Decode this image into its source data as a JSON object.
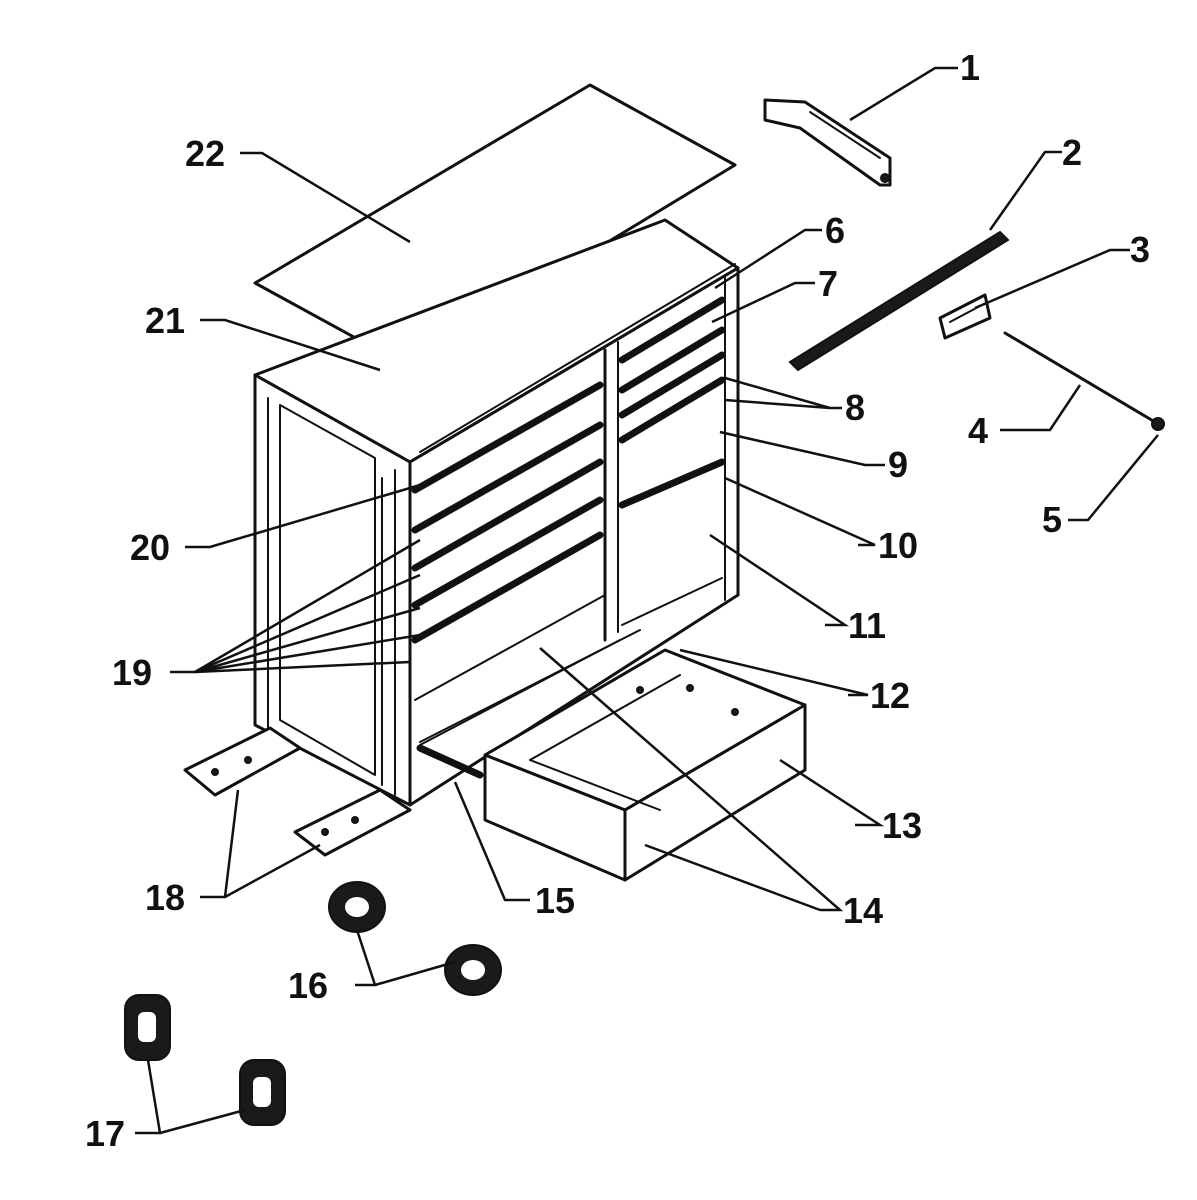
{
  "diagram": {
    "title": "",
    "callouts": [
      {
        "id": "c1",
        "label": "1"
      },
      {
        "id": "c2",
        "label": "2"
      },
      {
        "id": "c3",
        "label": "3"
      },
      {
        "id": "c4",
        "label": "4"
      },
      {
        "id": "c5",
        "label": "5"
      },
      {
        "id": "c6",
        "label": "6"
      },
      {
        "id": "c7",
        "label": "7"
      },
      {
        "id": "c8",
        "label": "8"
      },
      {
        "id": "c9",
        "label": "9"
      },
      {
        "id": "c10",
        "label": "10"
      },
      {
        "id": "c11",
        "label": "11"
      },
      {
        "id": "c12",
        "label": "12"
      },
      {
        "id": "c13",
        "label": "13"
      },
      {
        "id": "c14",
        "label": "14"
      },
      {
        "id": "c15",
        "label": "15"
      },
      {
        "id": "c16",
        "label": "16"
      },
      {
        "id": "c17",
        "label": "17"
      },
      {
        "id": "c18",
        "label": "18"
      },
      {
        "id": "c19",
        "label": "19"
      },
      {
        "id": "c20",
        "label": "20"
      },
      {
        "id": "c21",
        "label": "21"
      },
      {
        "id": "c22",
        "label": "22"
      }
    ]
  }
}
